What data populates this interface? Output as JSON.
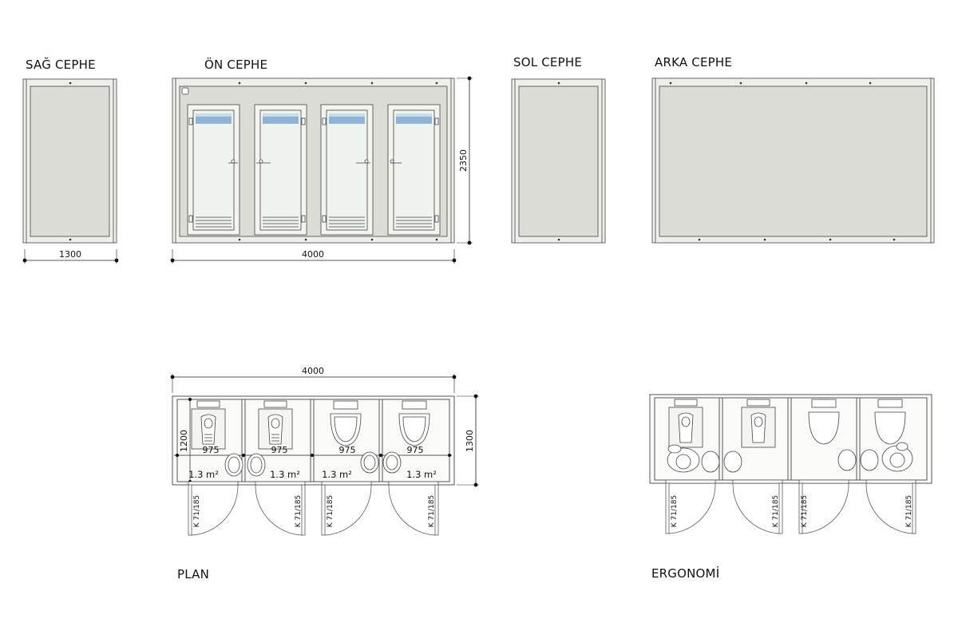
{
  "titles": {
    "right_facade": "SAĞ CEPHE",
    "front_facade": "ÖN CEPHE",
    "left_facade": "SOL CEPHE",
    "rear_facade": "ARKA CEPHE",
    "plan": "PLAN",
    "ergonomics": "ERGONOMİ"
  },
  "dimensions": {
    "side_width": "1300",
    "front_width": "4000",
    "height": "2350",
    "plan_width": "4000",
    "plan_depth": "1300",
    "cabin_depth": "1200"
  },
  "cabins": [
    {
      "width": "975",
      "area": "1.3 m²",
      "door": "K 71/185",
      "fixture": "squat toilet"
    },
    {
      "width": "975",
      "area": "1.3 m²",
      "door": "K 71/185",
      "fixture": "squat toilet"
    },
    {
      "width": "975",
      "area": "1.3 m²",
      "door": "K 71/185",
      "fixture": "western toilet"
    },
    {
      "width": "975",
      "area": "1.3 m²",
      "door": "K 71/185",
      "fixture": "western toilet"
    }
  ],
  "colors": {
    "panel_fill": "#dcdcd6",
    "frame_fill": "#eeeeea",
    "glass_fill": "#eef3ee",
    "line": "#333333"
  }
}
